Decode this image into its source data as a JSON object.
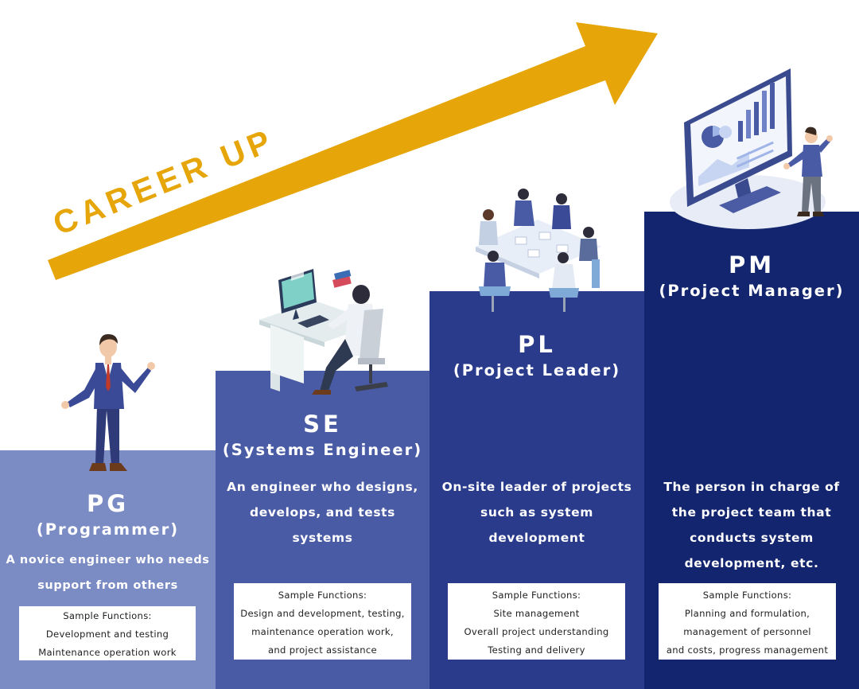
{
  "arrow": {
    "label": "CAREER UP",
    "color": "#e6a60a"
  },
  "columns": {
    "pg": {
      "abbr": "PG",
      "full": "(Programmer)",
      "desc": [
        "A novice engineer who needs",
        "support from others"
      ],
      "box_title": "Sample Functions:",
      "box_lines": [
        "Development and testing",
        "Maintenance operation work"
      ],
      "color": "#7b8bc4"
    },
    "se": {
      "abbr": "SE",
      "full": "(Systems Engineer)",
      "desc": [
        "An engineer who designs,",
        "develops, and tests",
        "systems"
      ],
      "box_title": "Sample Functions:",
      "box_lines": [
        "Design and development, testing,",
        "maintenance operation work,",
        "and project assistance"
      ],
      "color": "#4a5ba6"
    },
    "pl": {
      "abbr": "PL",
      "full": "(Project Leader)",
      "desc": [
        "On-site leader of projects",
        "such as system",
        "development"
      ],
      "box_title": "Sample Functions:",
      "box_lines": [
        "Site management",
        "Overall project understanding",
        "Testing and delivery"
      ],
      "color": "#2a3b8c"
    },
    "pm": {
      "abbr": "PM",
      "full": "(Project Manager)",
      "desc": [
        "The person in charge of",
        "the project team that",
        "conducts system",
        "development, etc."
      ],
      "box_title": "Sample Functions:",
      "box_lines": [
        "Planning and formulation,",
        "management of personnel",
        "and costs, progress management"
      ],
      "color": "#13256e"
    }
  }
}
